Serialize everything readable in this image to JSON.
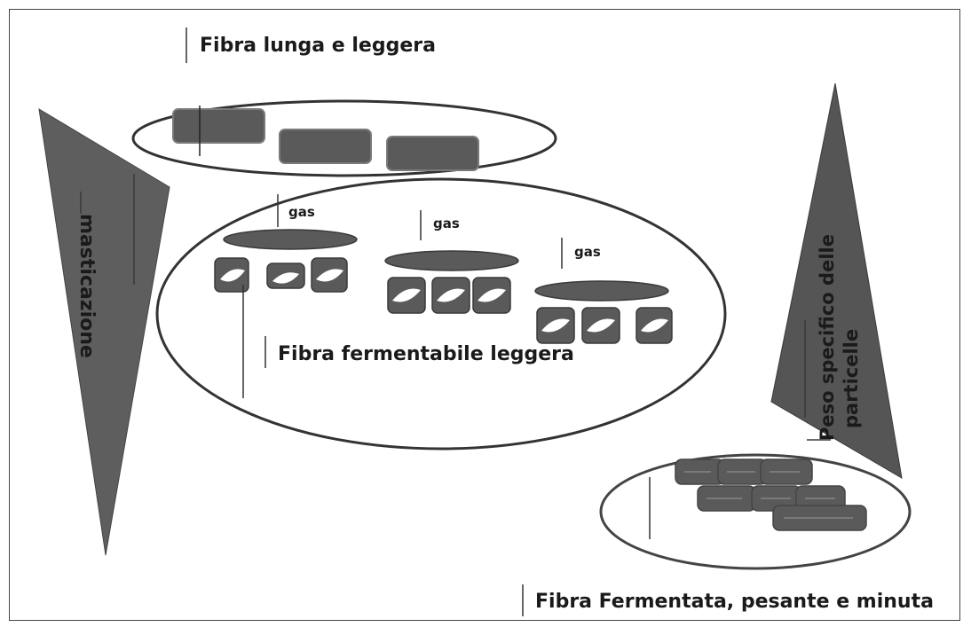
{
  "labels": {
    "long_fiber": "Fibra lunga e leggera",
    "fermentable_fiber": "Fibra fermentabile leggera",
    "fermented_fiber": "Fibra Fermentata, pesante e minuta",
    "gas_1": "gas",
    "gas_2": "gas",
    "gas_3": "gas",
    "chewing": "masticazione",
    "specific_weight_line1": "Peso specifico delle",
    "specific_weight_line2": "particelle"
  },
  "colors": {
    "shape_fill": "#5a5a5a",
    "shape_stroke": "#3c3c3c",
    "outline": "#333333",
    "triangle_fill": "#5e5e5e"
  }
}
